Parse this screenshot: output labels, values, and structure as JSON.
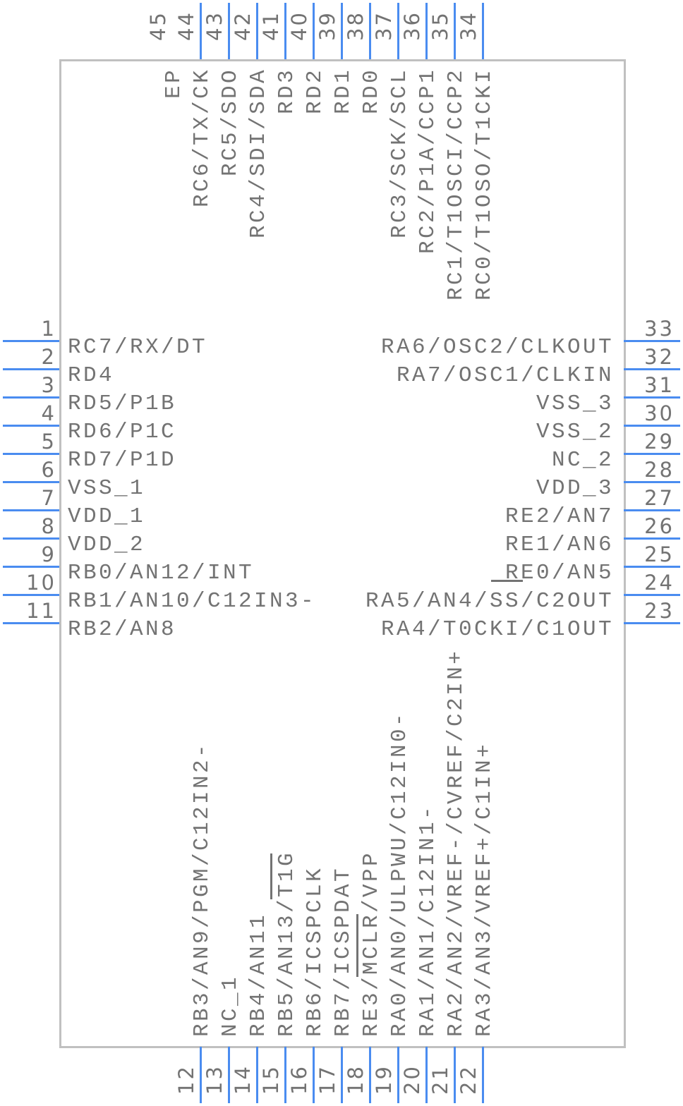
{
  "title": "Microcontroller QFN-44 pinout symbol",
  "colors": {
    "pin": "#4a8cf0",
    "outline": "#c0c0c0",
    "text": "#737373"
  },
  "pins": {
    "left": [
      {
        "number": "1",
        "label": "RC7/RX/DT"
      },
      {
        "number": "2",
        "label": "RD4"
      },
      {
        "number": "3",
        "label": "RD5/P1B"
      },
      {
        "number": "4",
        "label": "RD6/P1C"
      },
      {
        "number": "5",
        "label": "RD7/P1D"
      },
      {
        "number": "6",
        "label": "VSS_1"
      },
      {
        "number": "7",
        "label": "VDD_1"
      },
      {
        "number": "8",
        "label": "VDD_2"
      },
      {
        "number": "9",
        "label": "RB0/AN12/INT"
      },
      {
        "number": "10",
        "label": "RB1/AN10/C12IN3-"
      },
      {
        "number": "11",
        "label": "RB2/AN8"
      }
    ],
    "right": [
      {
        "number": "33",
        "label": "RA6/OSC2/CLKOUT"
      },
      {
        "number": "32",
        "label": "RA7/OSC1/CLKIN"
      },
      {
        "number": "31",
        "label": "VSS_3"
      },
      {
        "number": "30",
        "label": "VSS_2"
      },
      {
        "number": "29",
        "label": "NC_2"
      },
      {
        "number": "28",
        "label": "VDD_3"
      },
      {
        "number": "27",
        "label": "RE2/AN7"
      },
      {
        "number": "26",
        "label": "RE1/AN6"
      },
      {
        "number": "25",
        "label": "RE0/AN5"
      },
      {
        "number": "24",
        "label": "RA5/AN4/SS/C2OUT"
      },
      {
        "number": "23",
        "label": "RA4/T0CKI/C1OUT"
      }
    ],
    "top": [
      {
        "number": "45",
        "label": "EP"
      },
      {
        "number": "44",
        "label": "RC6/TX/CK"
      },
      {
        "number": "43",
        "label": "RC5/SDO"
      },
      {
        "number": "42",
        "label": "RC4/SDI/SDA"
      },
      {
        "number": "41",
        "label": "RD3"
      },
      {
        "number": "40",
        "label": "RD2"
      },
      {
        "number": "39",
        "label": "RD1"
      },
      {
        "number": "38",
        "label": "RD0"
      },
      {
        "number": "37",
        "label": "RC3/SCK/SCL"
      },
      {
        "number": "36",
        "label": "RC2/P1A/CCP1"
      },
      {
        "number": "35",
        "label": "RC1/T1OSCI/CCP2"
      },
      {
        "number": "34",
        "label": "RC0/T1OSO/T1CKI"
      }
    ],
    "bottom": [
      {
        "number": "12",
        "label": "RB3/AN9/PGM/C12IN2-"
      },
      {
        "number": "13",
        "label": "NC_1"
      },
      {
        "number": "14",
        "label": "RB4/AN11"
      },
      {
        "number": "15",
        "label": "RB5/AN13/T1G"
      },
      {
        "number": "16",
        "label": "RB6/ICSPCLK"
      },
      {
        "number": "17",
        "label": "RB7/ICSPDAT"
      },
      {
        "number": "18",
        "label": "RE3/MCLR/VPP"
      },
      {
        "number": "19",
        "label": "RA0/AN0/ULPWU/C12IN0-"
      },
      {
        "number": "20",
        "label": "RA1/AN1/C12IN1-"
      },
      {
        "number": "21",
        "label": "RA2/AN2/VREF-/CVREF/C2IN+"
      },
      {
        "number": "22",
        "label": "RA3/AN3/VREF+/C1IN+"
      }
    ]
  }
}
